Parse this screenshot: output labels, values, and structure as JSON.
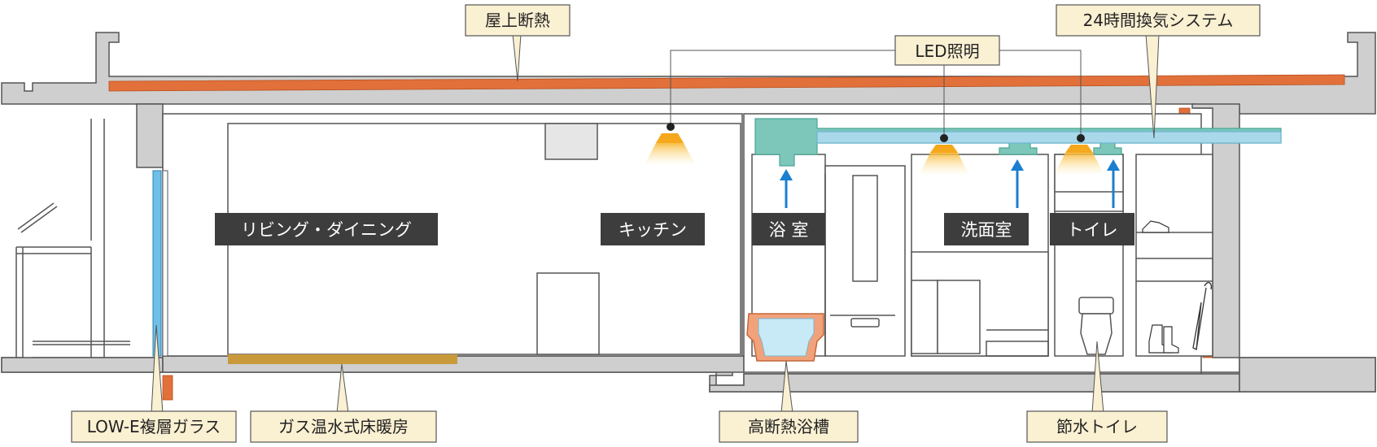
{
  "colors": {
    "structure": "#cfcfcf",
    "structure_stroke": "#555555",
    "insulation": "#e2703a",
    "label_fill": "#faf0d2",
    "room_label_bg": "#3d3d3d",
    "duct": "#7cc7b9",
    "duct_pipe": "#a8d8ea",
    "glass": "#6fc0e8",
    "floor_heating": "#c89a3c",
    "light": "#f5a81c",
    "arrow": "#1a7fd0",
    "bathtub": "#f2a27a",
    "water": "#c8eaf7"
  },
  "callouts": {
    "roof_insulation": "屋上断熱",
    "led_lighting": "LED照明",
    "ventilation": "24時間換気システム",
    "lowe_glass": "LOW-E複層ガラス",
    "gas_floor_heating": "ガス温水式床暖房",
    "insulated_bathtub": "高断熱浴槽",
    "water_saving_toilet": "節水トイレ"
  },
  "rooms": {
    "living_dining": "リビング・ダイニング",
    "kitchen": "キッチン",
    "bathroom": "浴 室",
    "washroom": "洗面室",
    "toilet": "トイレ"
  },
  "icons": [
    "shoe-icon",
    "boot-icon",
    "umbrella-icon",
    "toilet-icon",
    "bathtub-icon",
    "light-fixture-icon",
    "arrow-up-icon"
  ]
}
